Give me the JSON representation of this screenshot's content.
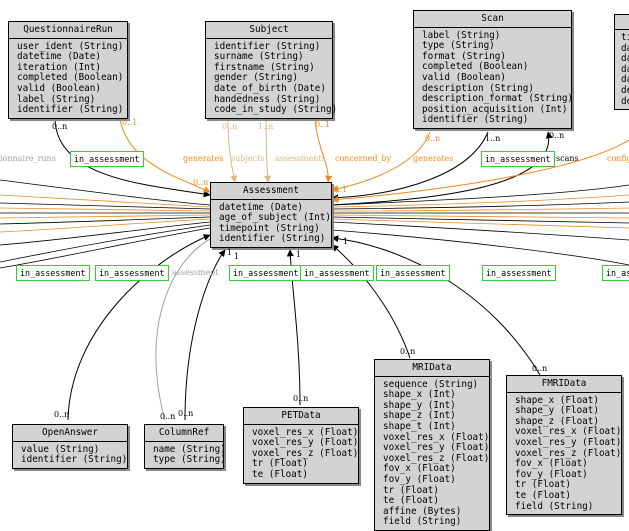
{
  "classes": {
    "questionnaire_run": {
      "title": "QuestionnaireRun",
      "attrs": [
        "user_ident (String)",
        "datetime (Date)",
        "iteration (Int)",
        "completed (Boolean)",
        "valid (Boolean)",
        "label (String)",
        "identifier (String)"
      ]
    },
    "subject": {
      "title": "Subject",
      "attrs": [
        "identifier (String)",
        "surname (String)",
        "firstname (String)",
        "gender (String)",
        "date_of_birth (Date)",
        "handedness (String)",
        "code_in_study (String)"
      ]
    },
    "scan": {
      "title": "Scan",
      "attrs": [
        "label (String)",
        "type (String)",
        "format (String)",
        "completed (Boolean)",
        "valid (Boolean)",
        "description (String)",
        "description_format (String)",
        "position_acquisition (Int)",
        "identifier (String)"
      ]
    },
    "partial": {
      "title": "",
      "attrs": [
        "ti",
        "da",
        "da",
        "da",
        "da",
        "de",
        "de"
      ]
    },
    "assessment": {
      "title": "Assessment",
      "attrs": [
        "datetime (Date)",
        "age_of_subject (Int)",
        "timepoint (String)",
        "identifier (String)"
      ]
    },
    "open_answer": {
      "title": "OpenAnswer",
      "attrs": [
        "value (String)",
        "identifier (String)"
      ]
    },
    "column_ref": {
      "title": "ColumnRef",
      "attrs": [
        "name (String)",
        "type (String)"
      ]
    },
    "pet_data": {
      "title": "PETData",
      "attrs": [
        "voxel_res_x (Float)",
        "voxel_res_y (Float)",
        "voxel_res_z (Float)",
        "tr (Float)",
        "te (Float)"
      ]
    },
    "mri_data": {
      "title": "MRIData",
      "attrs": [
        "sequence (String)",
        "shape_x (Int)",
        "shape_y (Int)",
        "shape_z (Int)",
        "shape_t (Int)",
        "voxel_res_x (Float)",
        "voxel_res_y (Float)",
        "voxel_res_z (Float)",
        "fov_x (Float)",
        "fov_y (Float)",
        "tr (Float)",
        "te (Float)",
        "affine (Bytes)",
        "field (String)"
      ]
    },
    "fmri_data": {
      "title": "FMRIData",
      "attrs": [
        "shape_x (Float)",
        "shape_y (Float)",
        "shape_z (Float)",
        "voxel_res_x (Float)",
        "voxel_res_y (Float)",
        "voxel_res_z (Float)",
        "fov_x (Float)",
        "fov_y (Float)",
        "tr (Float)",
        "te (Float)",
        "field (String)"
      ]
    }
  },
  "boxes": {
    "b1": "in_assessment",
    "b2": "in_assessment",
    "b3": "in_assessment",
    "b4": "in_assessment",
    "b5": "in_assessment",
    "b6": "in_assessment",
    "b7": "in_assessment",
    "b8": "in_assessment",
    "b9": "in_assessment",
    "b10": "in_asse"
  },
  "labels": {
    "questionnaire_runs": "ionnaire_runs",
    "generates_1": "generates",
    "subjects": "subjects",
    "assessments": "assessments",
    "concerned_by": "concerned_by",
    "generates_2": "generates",
    "scans": "scans",
    "config": "config",
    "assessment": "assessment"
  },
  "mults": {
    "m1": "0..n",
    "m2": "0..1",
    "m3": "0..n",
    "m4": "1..n",
    "m5": "0..1",
    "m6": "0..n",
    "m7": "1..n",
    "m8": "0..n",
    "m9": "0..n",
    "m10": "0..1",
    "m11": "1",
    "m12": "1",
    "m13": "1",
    "m14": "1",
    "m15": "1",
    "m16": "0..n",
    "m17": "0..n",
    "m18": "0..n",
    "m19": "0..n",
    "m20": "0..n",
    "m21": "0..n"
  },
  "colors": {
    "black": "#000000",
    "orange": "#f08a1c",
    "tan": "#e2b57a",
    "gray": "#a0a0a0",
    "green": "#2fd02f",
    "box": "#d3d3d3"
  }
}
